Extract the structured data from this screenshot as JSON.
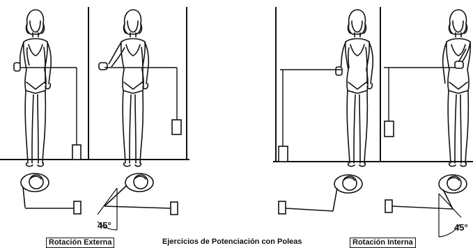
{
  "captions": {
    "left": "Rotación Externa",
    "center": "Ejercicios de Potenciación con Poleas",
    "right": "Rotación Interna"
  },
  "angles": {
    "external": "45°",
    "internal": "45°"
  },
  "colors": {
    "ink": "#111111",
    "background": "#ffffff"
  }
}
